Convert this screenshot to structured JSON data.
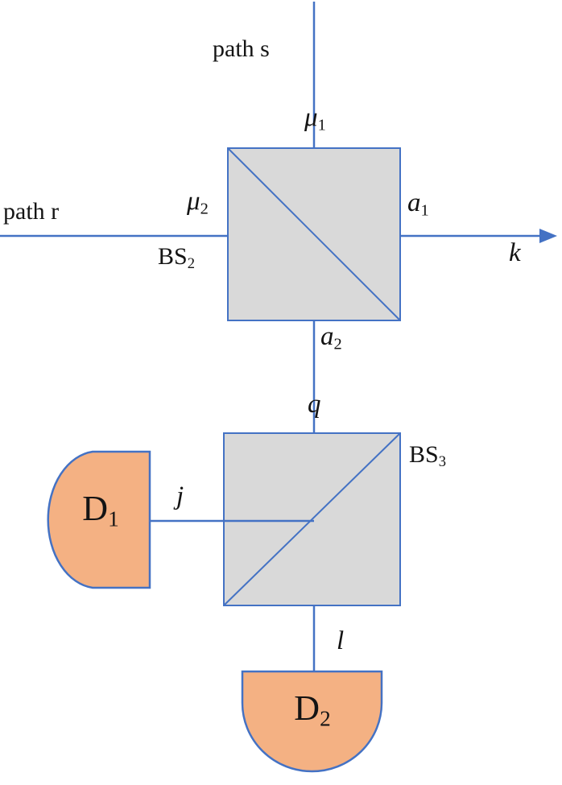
{
  "diagram": {
    "labels": {
      "path_s": "path s",
      "path_r": "path r",
      "mu1": {
        "base": "μ",
        "sub": "1"
      },
      "mu2": {
        "base": "μ",
        "sub": "2"
      },
      "bs2": {
        "base": "BS",
        "sub": "2"
      },
      "bs3": {
        "base": "BS",
        "sub": "3"
      },
      "a1": {
        "base": "a",
        "sub": "1"
      },
      "a2": {
        "base": "a",
        "sub": "2"
      },
      "k": "k",
      "q": "q",
      "j": "j",
      "l": "l",
      "d1": {
        "base": "D",
        "sub": "1"
      },
      "d2": {
        "base": "D",
        "sub": "2"
      }
    },
    "colors": {
      "beam_line": "#4472C4",
      "beamsplitter_fill": "#D9D9D9",
      "beamsplitter_border": "#4472C4",
      "detector_fill": "#F4B183",
      "detector_border": "#4472C4",
      "text": "#141414",
      "background": "#FFFFFF"
    }
  }
}
